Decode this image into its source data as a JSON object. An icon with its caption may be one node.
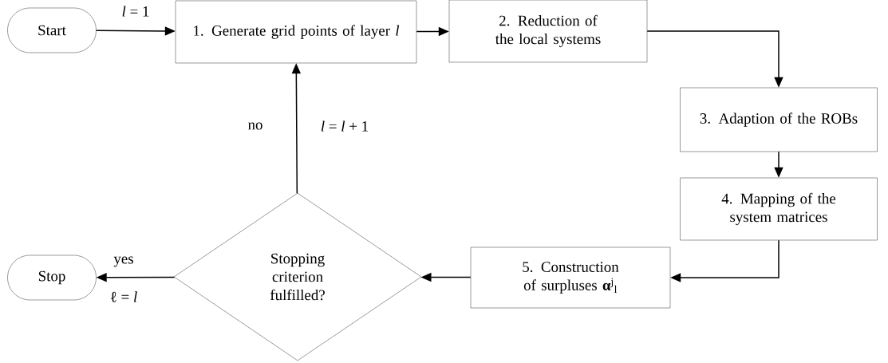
{
  "diagram": {
    "nodes": [
      {
        "text": [
          "Start"
        ]
      },
      {
        "text": [
          "1. Generate grid points of layer *l*"
        ]
      },
      {
        "text": [
          "2. Reduction of the local systems"
        ]
      },
      {
        "text": [
          "3. Adaption of the ROBs"
        ]
      },
      {
        "text": [
          "4. Mapping of the system matrices"
        ]
      },
      {
        "text": [
          "5. Construction of surpluses **α**$^{j}$$_{l}$"
        ]
      },
      {
        "text": [
          "Stopping criterion fulfilled?"
        ]
      },
      {
        "text": [
          "Stop"
        ]
      }
    ],
    "edges": [
      {
        "from": 0,
        "to": 1,
        "arrow": "to",
        "label": "*l* = 1"
      },
      {
        "from": 1,
        "to": 2,
        "arrow": "to"
      },
      {
        "from": 2,
        "to": 3,
        "arrow": "to"
      },
      {
        "from": 3,
        "to": 4,
        "arrow": "to"
      },
      {
        "from": 4,
        "to": 5,
        "arrow": "to"
      },
      {
        "from": 5,
        "to": 6,
        "arrow": "to"
      },
      {
        "from": 6,
        "to": 1,
        "arrow": "to",
        "label": "no"
      },
      {
        "from": 6,
        "to": 7,
        "arrow": "to",
        "label": "yes"
      }
    ],
    "labels": [
      "*l* = *l* + 1",
      "ℓ = *l*"
    ]
  }
}
